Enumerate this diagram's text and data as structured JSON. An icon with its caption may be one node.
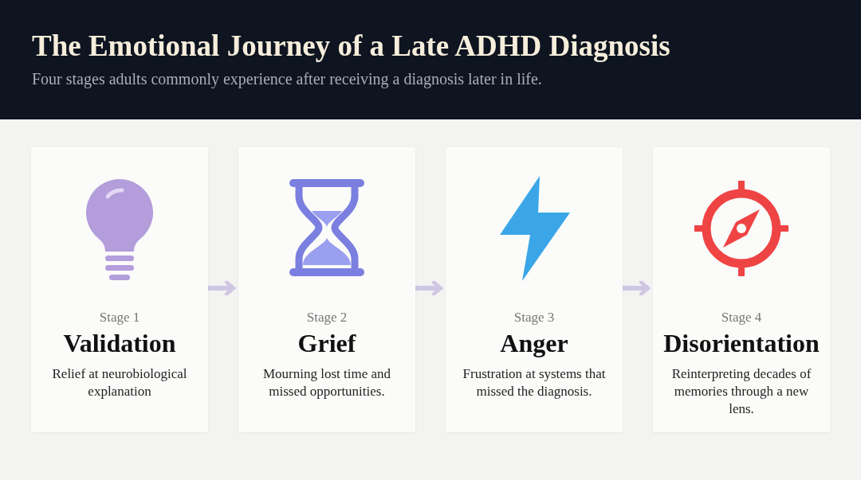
{
  "diagram": {
    "title": "The Emotional Journey of a Late ADHD Diagnosis",
    "caption": "Four stages adults commonly experience after receiving a diagnosis later in life.",
    "nodes": [
      {
        "text": [
          "Stage 1",
          "Validation",
          "Relief at neurobiological explanation"
        ]
      },
      {
        "text": [
          "Stage 2",
          "Grief",
          "Mourning lost time and missed opportunities."
        ]
      },
      {
        "text": [
          "Stage 3",
          "Anger",
          "Frustration at systems that missed the diagnosis."
        ]
      },
      {
        "text": [
          "Stage 4",
          "Disorientation",
          "Reinterpreting decades of memories through a new lens."
        ]
      }
    ],
    "edges": [
      {
        "from": 0,
        "to": 1,
        "arrow": "to"
      },
      {
        "from": 1,
        "to": 2,
        "arrow": "to"
      },
      {
        "from": 2,
        "to": 3,
        "arrow": "to"
      }
    ]
  }
}
